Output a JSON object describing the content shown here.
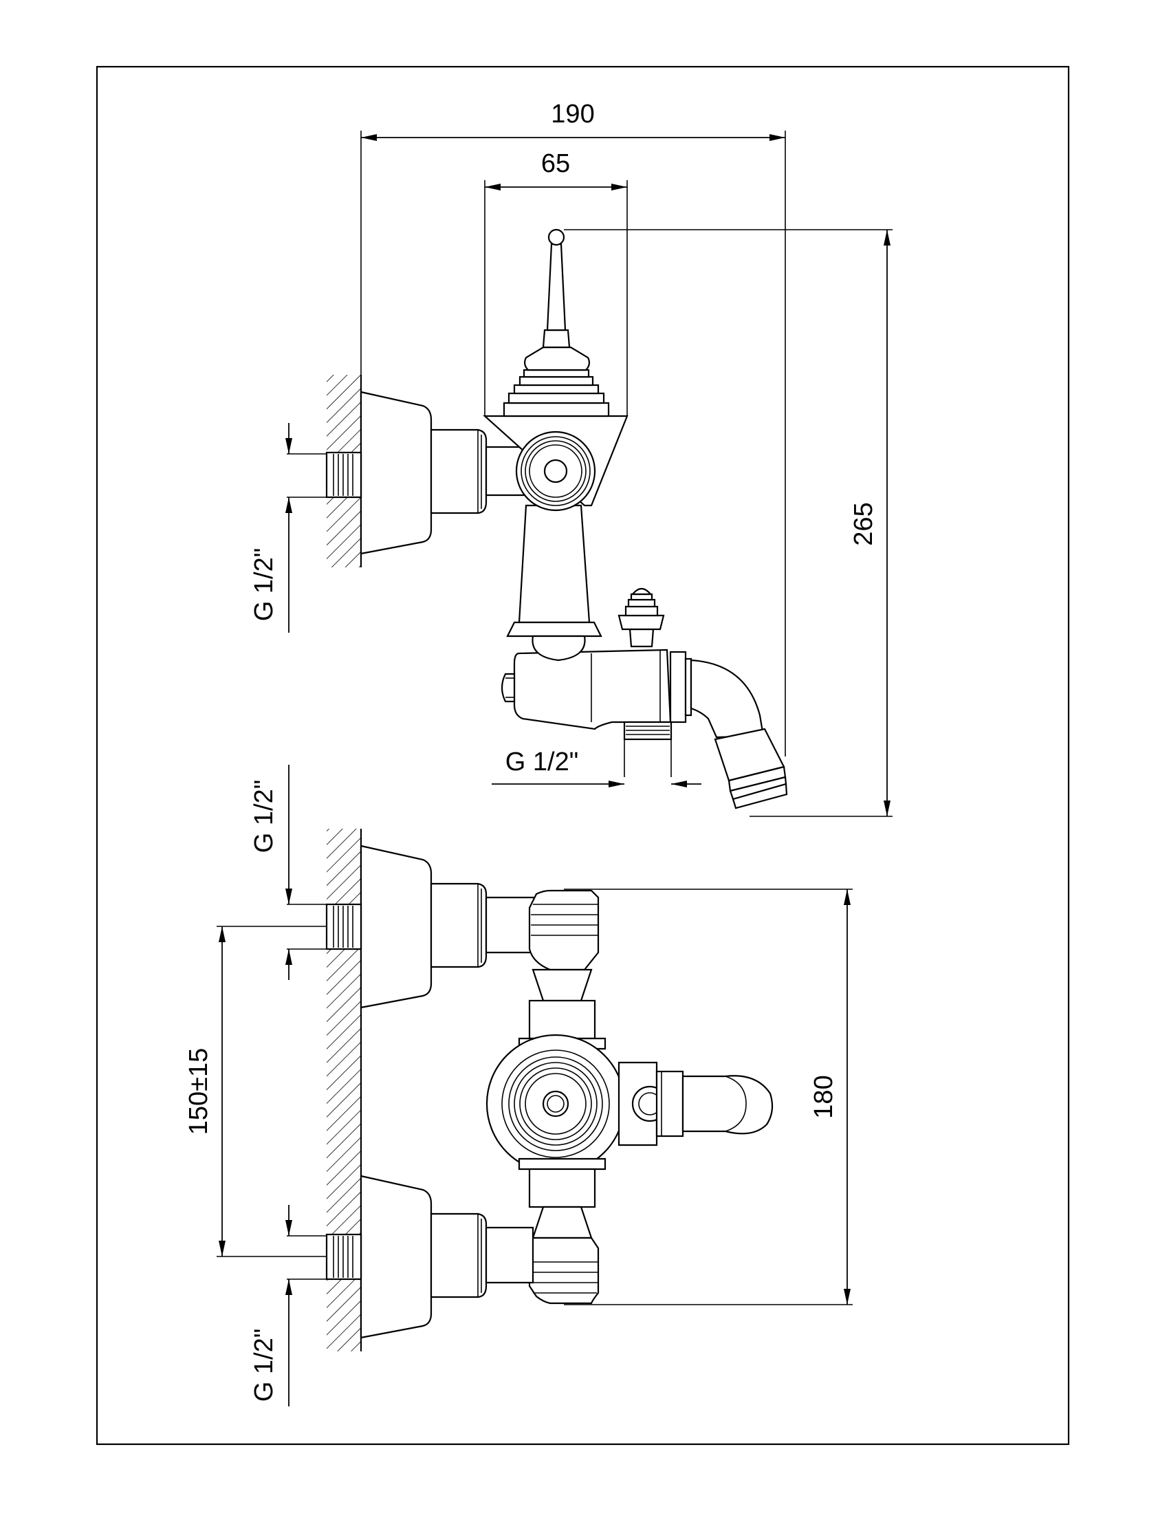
{
  "dimensions": {
    "overall_width": "190",
    "handle_width": "65",
    "overall_height": "265",
    "inlet_spacing": "150±15",
    "front_height": "180"
  },
  "threads": {
    "side_inlet": "G 1/2\"",
    "side_outlet": "G 1/2\"",
    "front_top_inlet": "G 1/2\"",
    "front_bottom_inlet": "G 1/2\""
  },
  "colors": {
    "line": "#000000",
    "background": "#ffffff"
  }
}
